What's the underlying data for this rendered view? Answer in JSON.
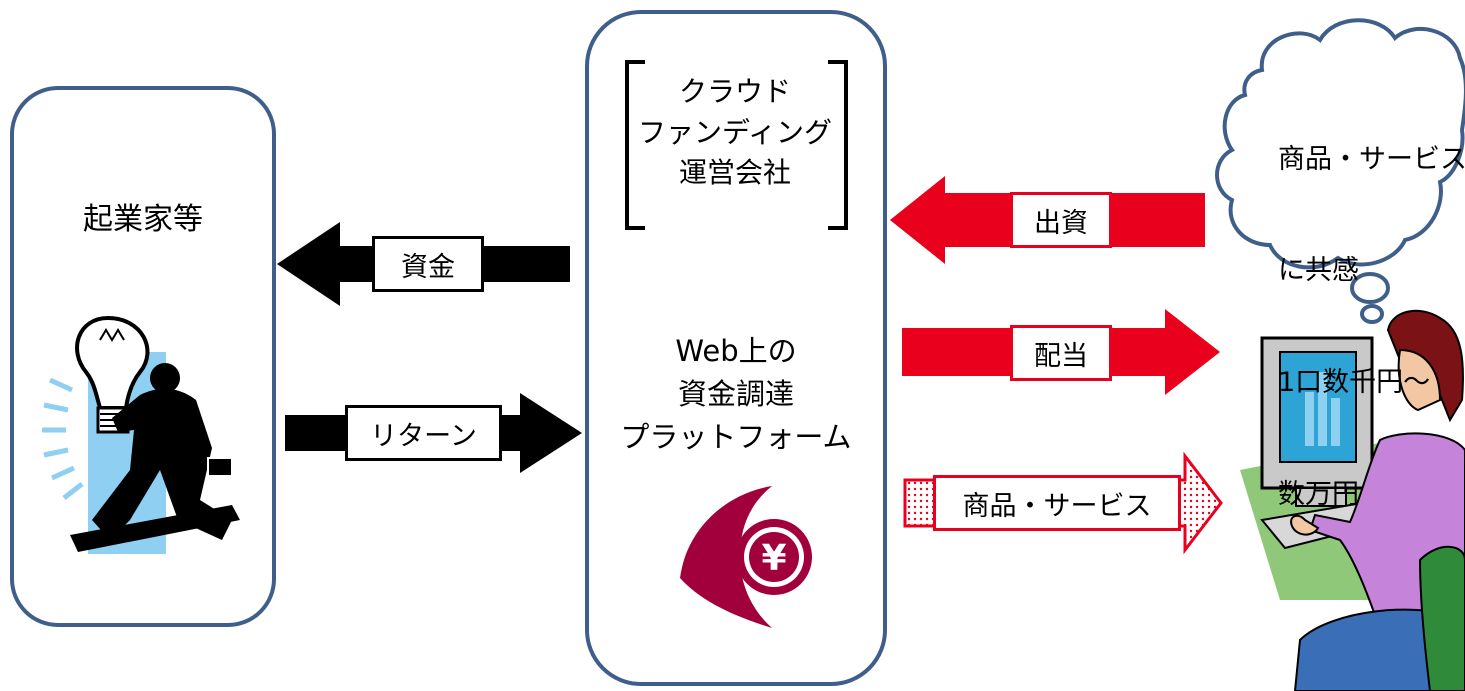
{
  "entrepreneur": {
    "label": "起業家等"
  },
  "platform_company": {
    "lines": [
      "クラウド",
      "ファンディング",
      "運営会社"
    ]
  },
  "platform": {
    "lines": [
      "Web上の",
      "資金調達",
      "プラットフォーム"
    ],
    "logo_symbol": "¥"
  },
  "arrows": {
    "funds": "資金",
    "return": "リターン",
    "investment": "出資",
    "dividend": "配当",
    "goods_services": "商品・サービス"
  },
  "investor_thought": {
    "lines": [
      "商品・サービス",
      "に共感",
      "1口数千円～",
      "数万円"
    ]
  },
  "icons": {
    "entrepreneur": "businessman-lightbulb-icon",
    "platform_logo": "yen-coin-icon",
    "investor": "woman-at-computer-icon"
  },
  "colors": {
    "box_border": "#3f5f8a",
    "arrow_black": "#000000",
    "arrow_red": "#e8001c",
    "logo": "#a1003d",
    "bulb_backdrop": "#8ecff2",
    "cloud_border": "#3f5f8a"
  }
}
